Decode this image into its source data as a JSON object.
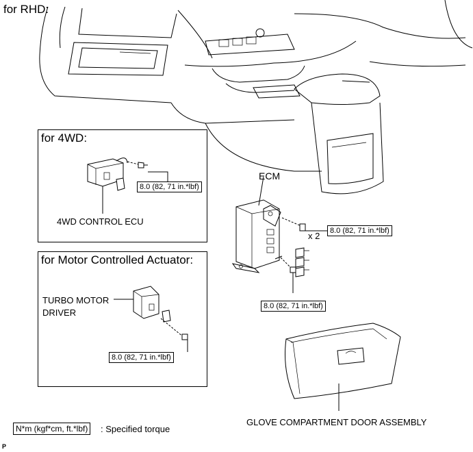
{
  "headings": {
    "rhd": "for RHD:",
    "fourwd": "for 4WD:",
    "motor": "for Motor Controlled Actuator:"
  },
  "parts": {
    "fourwd_ecu": "4WD CONTROL ECU",
    "turbo_line1": "TURBO MOTOR",
    "turbo_line2": "DRIVER",
    "ecm": "ECM",
    "glove": "GLOVE COMPARTMENT DOOR ASSEMBLY",
    "qty": "x 2"
  },
  "torques": {
    "fourwd": "8.0 (82, 71 in.*lbf)",
    "ecm_nut": "8.0 (82, 71 in.*lbf)",
    "ecm_bolt": "8.0 (82, 71 in.*lbf)",
    "turbo": "8.0 (82, 71 in.*lbf)"
  },
  "legend": {
    "unit": "N*m (kgf*cm, ft.*lbf)",
    "text": ": Specified torque"
  },
  "corner_mark": "P"
}
